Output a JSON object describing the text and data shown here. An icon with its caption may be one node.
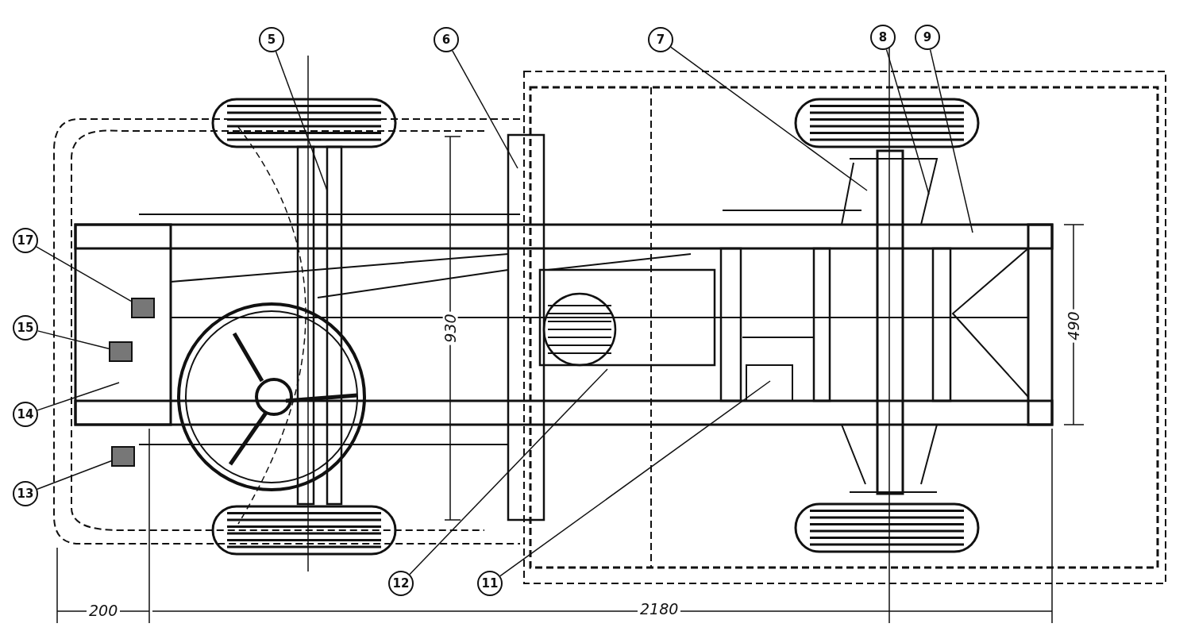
{
  "diagram": {
    "nodes": [
      {
        "text": [
          "5"
        ]
      },
      {
        "text": [
          "6"
        ]
      },
      {
        "text": [
          "7"
        ]
      },
      {
        "text": [
          "8"
        ]
      },
      {
        "text": [
          "9"
        ]
      },
      {
        "text": [
          "17"
        ]
      },
      {
        "text": [
          "15"
        ]
      },
      {
        "text": [
          "14"
        ]
      },
      {
        "text": [
          "13"
        ]
      },
      {
        "text": [
          "12"
        ]
      },
      {
        "text": [
          "11"
        ]
      },
      {
        "text": [],
        "shape": "box"
      },
      {
        "text": [],
        "shape": "box"
      },
      {
        "text": [],
        "shape": "box"
      }
    ],
    "edges": [
      {
        "from": 0,
        "to": null,
        "arrow": "none"
      },
      {
        "from": 1,
        "to": null,
        "arrow": "none"
      },
      {
        "from": 2,
        "to": null,
        "arrow": "none"
      },
      {
        "from": 3,
        "to": null,
        "arrow": "none"
      },
      {
        "from": 4,
        "to": null,
        "arrow": "none"
      },
      {
        "from": 5,
        "to": 11,
        "arrow": "none"
      },
      {
        "from": 6,
        "to": 12,
        "arrow": "none"
      },
      {
        "from": 7,
        "to": null,
        "arrow": "none"
      },
      {
        "from": 8,
        "to": 13,
        "arrow": "none"
      },
      {
        "from": 9,
        "to": null,
        "arrow": "none"
      },
      {
        "from": 10,
        "to": null,
        "arrow": "none"
      }
    ],
    "labels": [
      "930",
      "490",
      "200",
      "2180"
    ]
  }
}
